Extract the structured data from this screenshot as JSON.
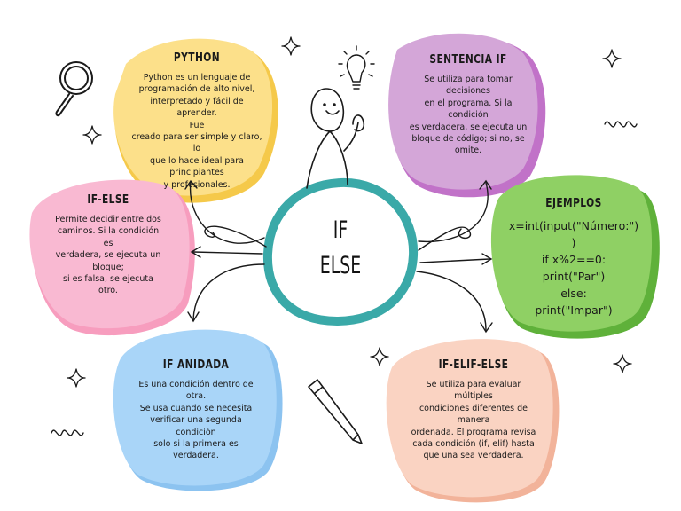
{
  "center": {
    "line1": "IF",
    "line2": "ELSE"
  },
  "nodes": {
    "python": {
      "title": "PYTHON",
      "body": "Python es un lenguaje de\nprogramación de alto nivel,\ninterpretado y fácil de aprender.\nFue\ncreado para ser simple y claro, lo\nque lo hace ideal para\nprincipiantes\ny profesionales."
    },
    "sentencia_if": {
      "title": "SENTENCIA IF",
      "body": "Se utiliza para tomar\ndecisiones\nen el programa. Si la\ncondición\nes verdadera, se ejecuta un\nbloque de código; si no, se\nomite."
    },
    "if_else": {
      "title": "IF-ELSE",
      "body": "Permite decidir entre dos\ncaminos. Si la condición\nes\nverdadera, se ejecuta un\nbloque;\nsi es falsa, se ejecuta\notro."
    },
    "ejemplos": {
      "title": "EJEMPLOS",
      "code": "x=int(input(\"Número:\")\n)\nif x%2==0:\nprint(\"Par\")\nelse:\nprint(\"Impar\")"
    },
    "if_anidada": {
      "title": "IF ANIDADA",
      "body": "Es una condición dentro de\notra.\nSe usa cuando se necesita\nverificar una segunda\ncondición\nsolo si la primera es\nverdadera."
    },
    "if_elif_else": {
      "title": "IF-ELIF-ELSE",
      "body": "Se utiliza para evaluar\nmúltiples\ncondiciones diferentes de\nmanera\nordenada. El programa revisa\ncada condición (if, elif) hasta\nque una sea verdadera."
    }
  },
  "colors": {
    "python": "#fce08a",
    "sentencia_if": "#d4a6d8",
    "if_else": "#f9b9d2",
    "ejemplos": "#86cc5a",
    "if_anidada": "#a7d4f7",
    "if_elif_else": "#f8cfbd",
    "center_ring": "#3aa9a8",
    "ink": "#1a1a1a"
  },
  "icons": [
    "magnifier-icon",
    "lightbulb-icon",
    "person-doodle-icon",
    "pencil-icon",
    "sparkle-icon",
    "squiggle-icon"
  ]
}
